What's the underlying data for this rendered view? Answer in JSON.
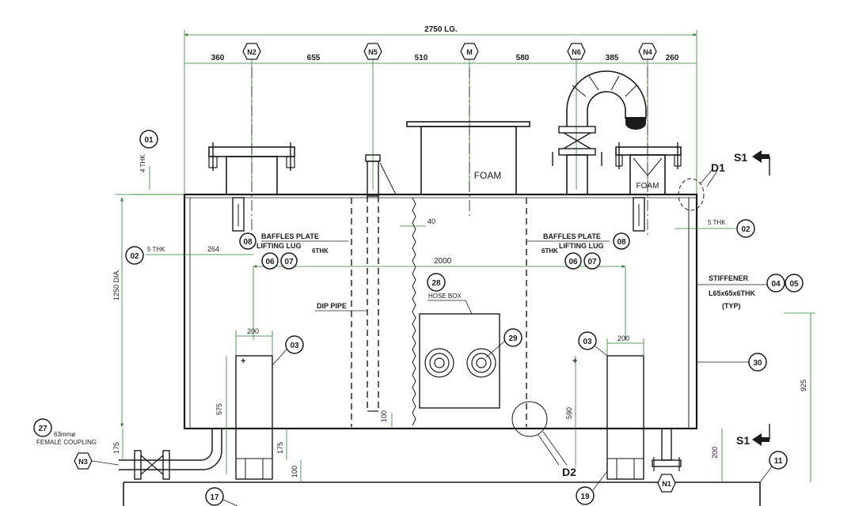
{
  "colors": {
    "line": "#1a1a1a",
    "dimension": "#2e7d32",
    "background": "#ffffff"
  },
  "dimensions": {
    "overall": "2750 LG.",
    "segments": [
      "360",
      "655",
      "510",
      "580",
      "385",
      "260"
    ],
    "top_thk": "4 THK",
    "wall_left_thk": "5 THK",
    "wall_right_thk": "5 THK",
    "left_baffle_offset": "264",
    "baffle_gap": "40",
    "baffle_span": "2000",
    "diameter": "1250 DIA.",
    "left_leg_width": "200",
    "right_leg_width": "200",
    "left_leg_height": "575",
    "right_leg_height": "590",
    "dip_bottom": "100",
    "coupling_height": "175",
    "leg_offset": "175",
    "base_left": "100",
    "base_right": "200",
    "right_height": "925"
  },
  "nozzles": {
    "n2": "N2",
    "n5": "N5",
    "m": "M",
    "n6": "N6",
    "n4": "N4",
    "n3": "N3",
    "n1": "N1"
  },
  "labels": {
    "foam_1": "FOAM",
    "foam_2": "FOAM",
    "baffles_left": "BAFFLES PLATE",
    "lifting_left": "LIFTING LUG",
    "thk_left": "6THK",
    "baffles_right": "BAFFLES PLATE",
    "lifting_right": "LIFTING LUG",
    "thk_right": "6THK",
    "hose_box": "HOSE BOX",
    "dip_pipe": "DIP PIPE",
    "stiffener": "STIFFENER",
    "stiffener_size": "L65x65x6THK",
    "stiffener_typ": "(TYP)",
    "coupling_size": "63mmø",
    "coupling_name": "FEMALE COUPLING",
    "section_top": "S1",
    "section_bottom": "S1",
    "detail_1": "D1",
    "detail_2": "D2"
  },
  "balloons": {
    "b01": "01",
    "b02_right": "02",
    "b02_left": "02",
    "b08_left": "08",
    "b06_left": "06",
    "b07_left": "07",
    "b08_right": "08",
    "b06_right": "06",
    "b07_right": "07",
    "b28": "28",
    "b29": "29",
    "b03_left": "03",
    "b03_right": "03",
    "b04": "04",
    "b05": "05",
    "b30": "30",
    "b27": "27",
    "b11": "11",
    "b17": "17",
    "b19": "19"
  }
}
